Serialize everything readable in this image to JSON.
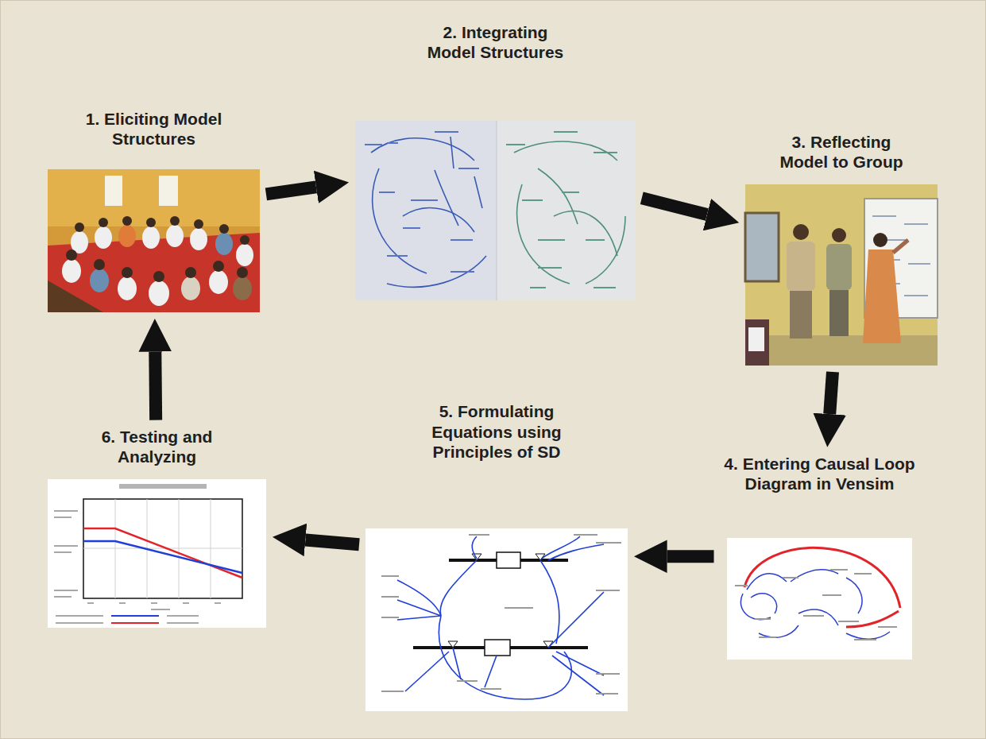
{
  "diagram": {
    "nodes": [
      {
        "text": [
          "1. Eliciting Model Structures"
        ]
      },
      {
        "text": [
          "2. Integrating Model Structures"
        ]
      },
      {
        "text": [
          "3. Reflecting Model to Group"
        ]
      },
      {
        "text": [
          "4. Entering Causal Loop Diagram in Vensim"
        ]
      },
      {
        "text": [
          "5. Formulating Equations using Principles of SD"
        ]
      },
      {
        "text": [
          "6. Testing and Analyzing"
        ]
      }
    ],
    "edges": [
      {
        "from": 0,
        "to": 1,
        "arrow": "to"
      },
      {
        "from": 1,
        "to": 2,
        "arrow": "to"
      },
      {
        "from": 2,
        "to": 3,
        "arrow": "to"
      },
      {
        "from": 3,
        "to": 4,
        "arrow": "to"
      },
      {
        "from": 4,
        "to": 5,
        "arrow": "to"
      },
      {
        "from": 5,
        "to": 0,
        "arrow": "to"
      }
    ]
  }
}
